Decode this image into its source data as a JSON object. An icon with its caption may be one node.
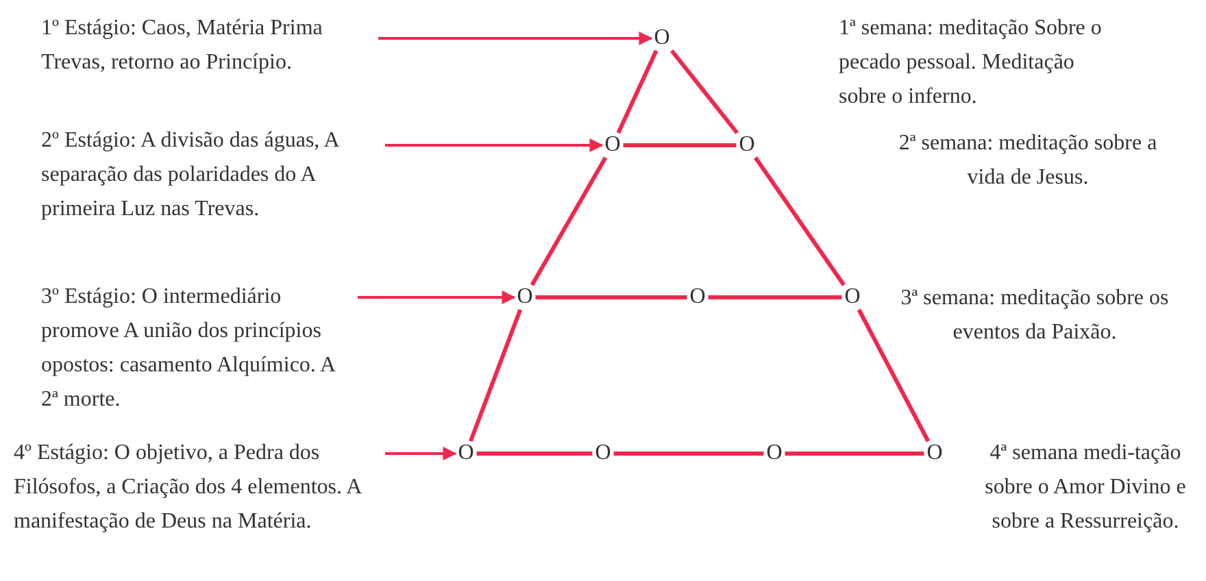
{
  "diagram": {
    "nodes": [
      {
        "text": [
          "1º Estágio: Caos, Matéria Prima Trevas, retorno ao Princípio."
        ]
      },
      {
        "text": [
          "O"
        ]
      },
      {
        "text": [
          "2º Estágio: A divisão das águas, A separação das polaridades do A primeira Luz nas Trevas."
        ]
      },
      {
        "text": [
          "O"
        ]
      },
      {
        "text": [
          "O"
        ]
      },
      {
        "text": [
          "3º Estágio: O intermediário promove A união dos princípios opostos: casamento Alquímico. A 2ª morte."
        ]
      },
      {
        "text": [
          "O"
        ]
      },
      {
        "text": [
          "O"
        ]
      },
      {
        "text": [
          "O"
        ]
      },
      {
        "text": [
          "4º Estágio: O objetivo, a Pedra dos Filósofos, a Criação dos 4 elementos. A manifestação de Deus na Matéria."
        ]
      },
      {
        "text": [
          "O"
        ]
      },
      {
        "text": [
          "O"
        ]
      },
      {
        "text": [
          "O"
        ]
      },
      {
        "text": [
          "O"
        ]
      }
    ],
    "edges": [
      {
        "from": 0,
        "to": 1,
        "arrow": "to"
      },
      {
        "from": 2,
        "to": 3,
        "arrow": "to"
      },
      {
        "from": 5,
        "to": 6,
        "arrow": "to"
      },
      {
        "from": 9,
        "to": 10,
        "arrow": "to"
      },
      {
        "from": 1,
        "to": 3,
        "arrow": "none"
      },
      {
        "from": 1,
        "to": 4,
        "arrow": "none"
      },
      {
        "from": 3,
        "to": 4,
        "arrow": "none"
      },
      {
        "from": 3,
        "to": 6,
        "arrow": "none"
      },
      {
        "from": 4,
        "to": 8,
        "arrow": "none"
      },
      {
        "from": 6,
        "to": 7,
        "arrow": "none"
      },
      {
        "from": 7,
        "to": 8,
        "arrow": "none"
      },
      {
        "from": 6,
        "to": 10,
        "arrow": "none"
      },
      {
        "from": 8,
        "to": 13,
        "arrow": "none"
      },
      {
        "from": 10,
        "to": 11,
        "arrow": "none"
      },
      {
        "from": 11,
        "to": 12,
        "arrow": "none"
      },
      {
        "from": 12,
        "to": 13,
        "arrow": "none"
      }
    ],
    "labels": [
      "1ª semana: meditação Sobre o pecado pessoal. Meditação sobre o inferno.",
      "2ª semana: meditação sobre a vida de Jesus.",
      "3ª semana: meditação sobre os eventos da Paixão.",
      "4ª semana medi-tação sobre o Amor Divino e sobre a Ressurreição."
    ]
  }
}
